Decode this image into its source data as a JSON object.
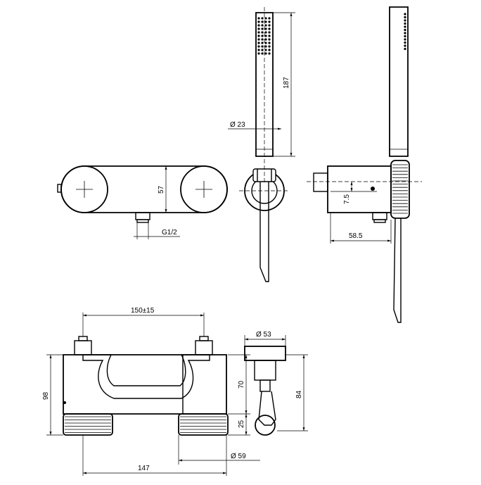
{
  "dimensions": {
    "hand_shower_length": "187",
    "hand_shower_diameter": "Ø 23",
    "body_height": "57",
    "inlet_thread": "G1/2",
    "wall_offset": "7.5",
    "side_depth": "58.5",
    "inlet_spacing": "150±15",
    "holder_diameter": "Ø 53",
    "total_height": "98",
    "handle_height": "70",
    "knob_height": "25",
    "holder_height": "84",
    "knob_diameter": "Ø 59",
    "width": "147"
  }
}
